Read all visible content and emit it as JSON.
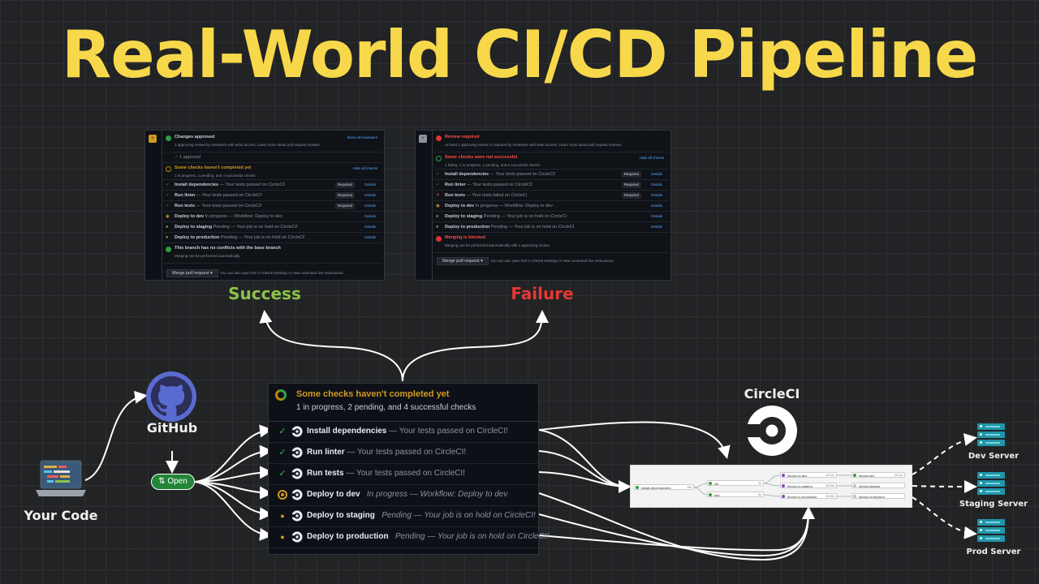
{
  "title": "Real-World CI/CD Pipeline",
  "success_label": "Success",
  "failure_label": "Failure",
  "success_color": "#8bc34a",
  "failure_color": "#e53935",
  "accent_color": "#f7d84a",
  "your_code_label": "Your Code",
  "github_label": "GitHub",
  "open_badge": "Open",
  "circleci_label": "CircleCI",
  "servers": [
    "Dev Server",
    "Staging Server",
    "Prod Server"
  ],
  "success_shot": {
    "approved_title": "Changes approved",
    "approved_sub": "1 approving review by reviewers with write access. Learn more about pull request reviews.",
    "show_reviewers": "Show all reviewers",
    "approval": "1 approval",
    "checks_title": "Some checks haven't completed yet",
    "checks_sub": "1 in progress, 2 pending, and 4 successful checks",
    "hide_checks": "Hide all checks",
    "rows": [
      {
        "name": "Install dependencies",
        "desc": "— Your tests passed on CircleCI!",
        "required": "Required",
        "details": "Details"
      },
      {
        "name": "Run linter",
        "desc": "— Your tests passed on CircleCI!",
        "required": "Required",
        "details": "Details"
      },
      {
        "name": "Run tests",
        "desc": "— Your tests passed on CircleCI!",
        "required": "Required",
        "details": "Details"
      },
      {
        "name": "Deploy to dev",
        "desc": "In progress — Workflow: Deploy to dev",
        "required": "",
        "details": "Details"
      },
      {
        "name": "Deploy to staging",
        "desc": "Pending — Your job is on hold on CircleCI!",
        "required": "",
        "details": "Details"
      },
      {
        "name": "Deploy to production",
        "desc": "Pending — Your job is on hold on CircleCI!",
        "required": "",
        "details": "Details"
      }
    ],
    "no_conflicts_title": "This branch has no conflicts with the base branch",
    "no_conflicts_sub": "Merging can be performed automatically.",
    "merge_button": "Merge pull request",
    "footer": "You can also open this in GitHub Desktop or view command line instructions."
  },
  "failure_shot": {
    "review_title": "Review required",
    "review_sub": "At least 1 approving review is required by reviewers with write access. Learn more about pull request reviews.",
    "checks_title": "Some checks were not successful",
    "checks_sub": "1 failing, 1 in progress, 1 pending, and 6 successful checks",
    "hide_checks": "Hide all checks",
    "rows": [
      {
        "name": "Install dependencies",
        "desc": "— Your tests passed on CircleCI!",
        "required": "Required",
        "details": "Details"
      },
      {
        "name": "Run linter",
        "desc": "— Your tests passed on CircleCI!",
        "required": "Required",
        "details": "Details"
      },
      {
        "name": "Run tests",
        "desc": "— Your tests failed on CircleCI",
        "required": "Required",
        "details": "Details"
      },
      {
        "name": "Deploy to dev",
        "desc": "In progress — Workflow: Deploy to dev",
        "required": "",
        "details": "Details"
      },
      {
        "name": "Deploy to staging",
        "desc": "Pending — Your job is on hold on CircleCI",
        "required": "",
        "details": "Details"
      },
      {
        "name": "Deploy to production",
        "desc": "Pending — Your job is on hold on CircleCI",
        "required": "",
        "details": "Details"
      }
    ],
    "blocked_title": "Merging is blocked",
    "blocked_sub": "Merging can be performed automatically with 1 approving review.",
    "merge_button": "Merge pull request",
    "footer": "You can also open this in GitHub Desktop or view command line instructions."
  },
  "main_checks": {
    "title": "Some checks haven't completed yet",
    "subtitle": "1 in progress, 2 pending, and 4 successful checks",
    "rows": [
      {
        "name": "Install dependencies",
        "desc": "— Your tests passed on CircleCI!",
        "italic": "",
        "status": "success"
      },
      {
        "name": "Run linter",
        "desc": "— Your tests passed on CircleCI!",
        "italic": "",
        "status": "success"
      },
      {
        "name": "Run tests",
        "desc": "— Your tests passed on CircleCI!",
        "italic": "",
        "status": "success"
      },
      {
        "name": "Deploy to dev",
        "desc": "",
        "italic": "In progress — Workflow: Deploy to dev",
        "status": "progress"
      },
      {
        "name": "Deploy to staging",
        "desc": "",
        "italic": "Pending — Your job is on hold on CircleCI!",
        "status": "pending"
      },
      {
        "name": "Deploy to production",
        "desc": "",
        "italic": "Pending — Your job is on hold on CircleCI!",
        "status": "pending"
      }
    ]
  },
  "workflow": {
    "jobs": [
      {
        "name": "install-dependencies",
        "time": "15s"
      },
      {
        "name": "lint",
        "time": "3s"
      },
      {
        "name": "test",
        "time": "5s"
      },
      {
        "name": "deploy-to-dev",
        "time": "02:12s"
      },
      {
        "name": "deploy-to-staging",
        "time": "00:00s"
      },
      {
        "name": "deploy-to-production",
        "time": "00:00s"
      },
      {
        "name": "deploy-dev",
        "time": "00:11s"
      },
      {
        "name": "deploy-staging",
        "time": ""
      },
      {
        "name": "deploy-production",
        "time": ""
      }
    ]
  }
}
